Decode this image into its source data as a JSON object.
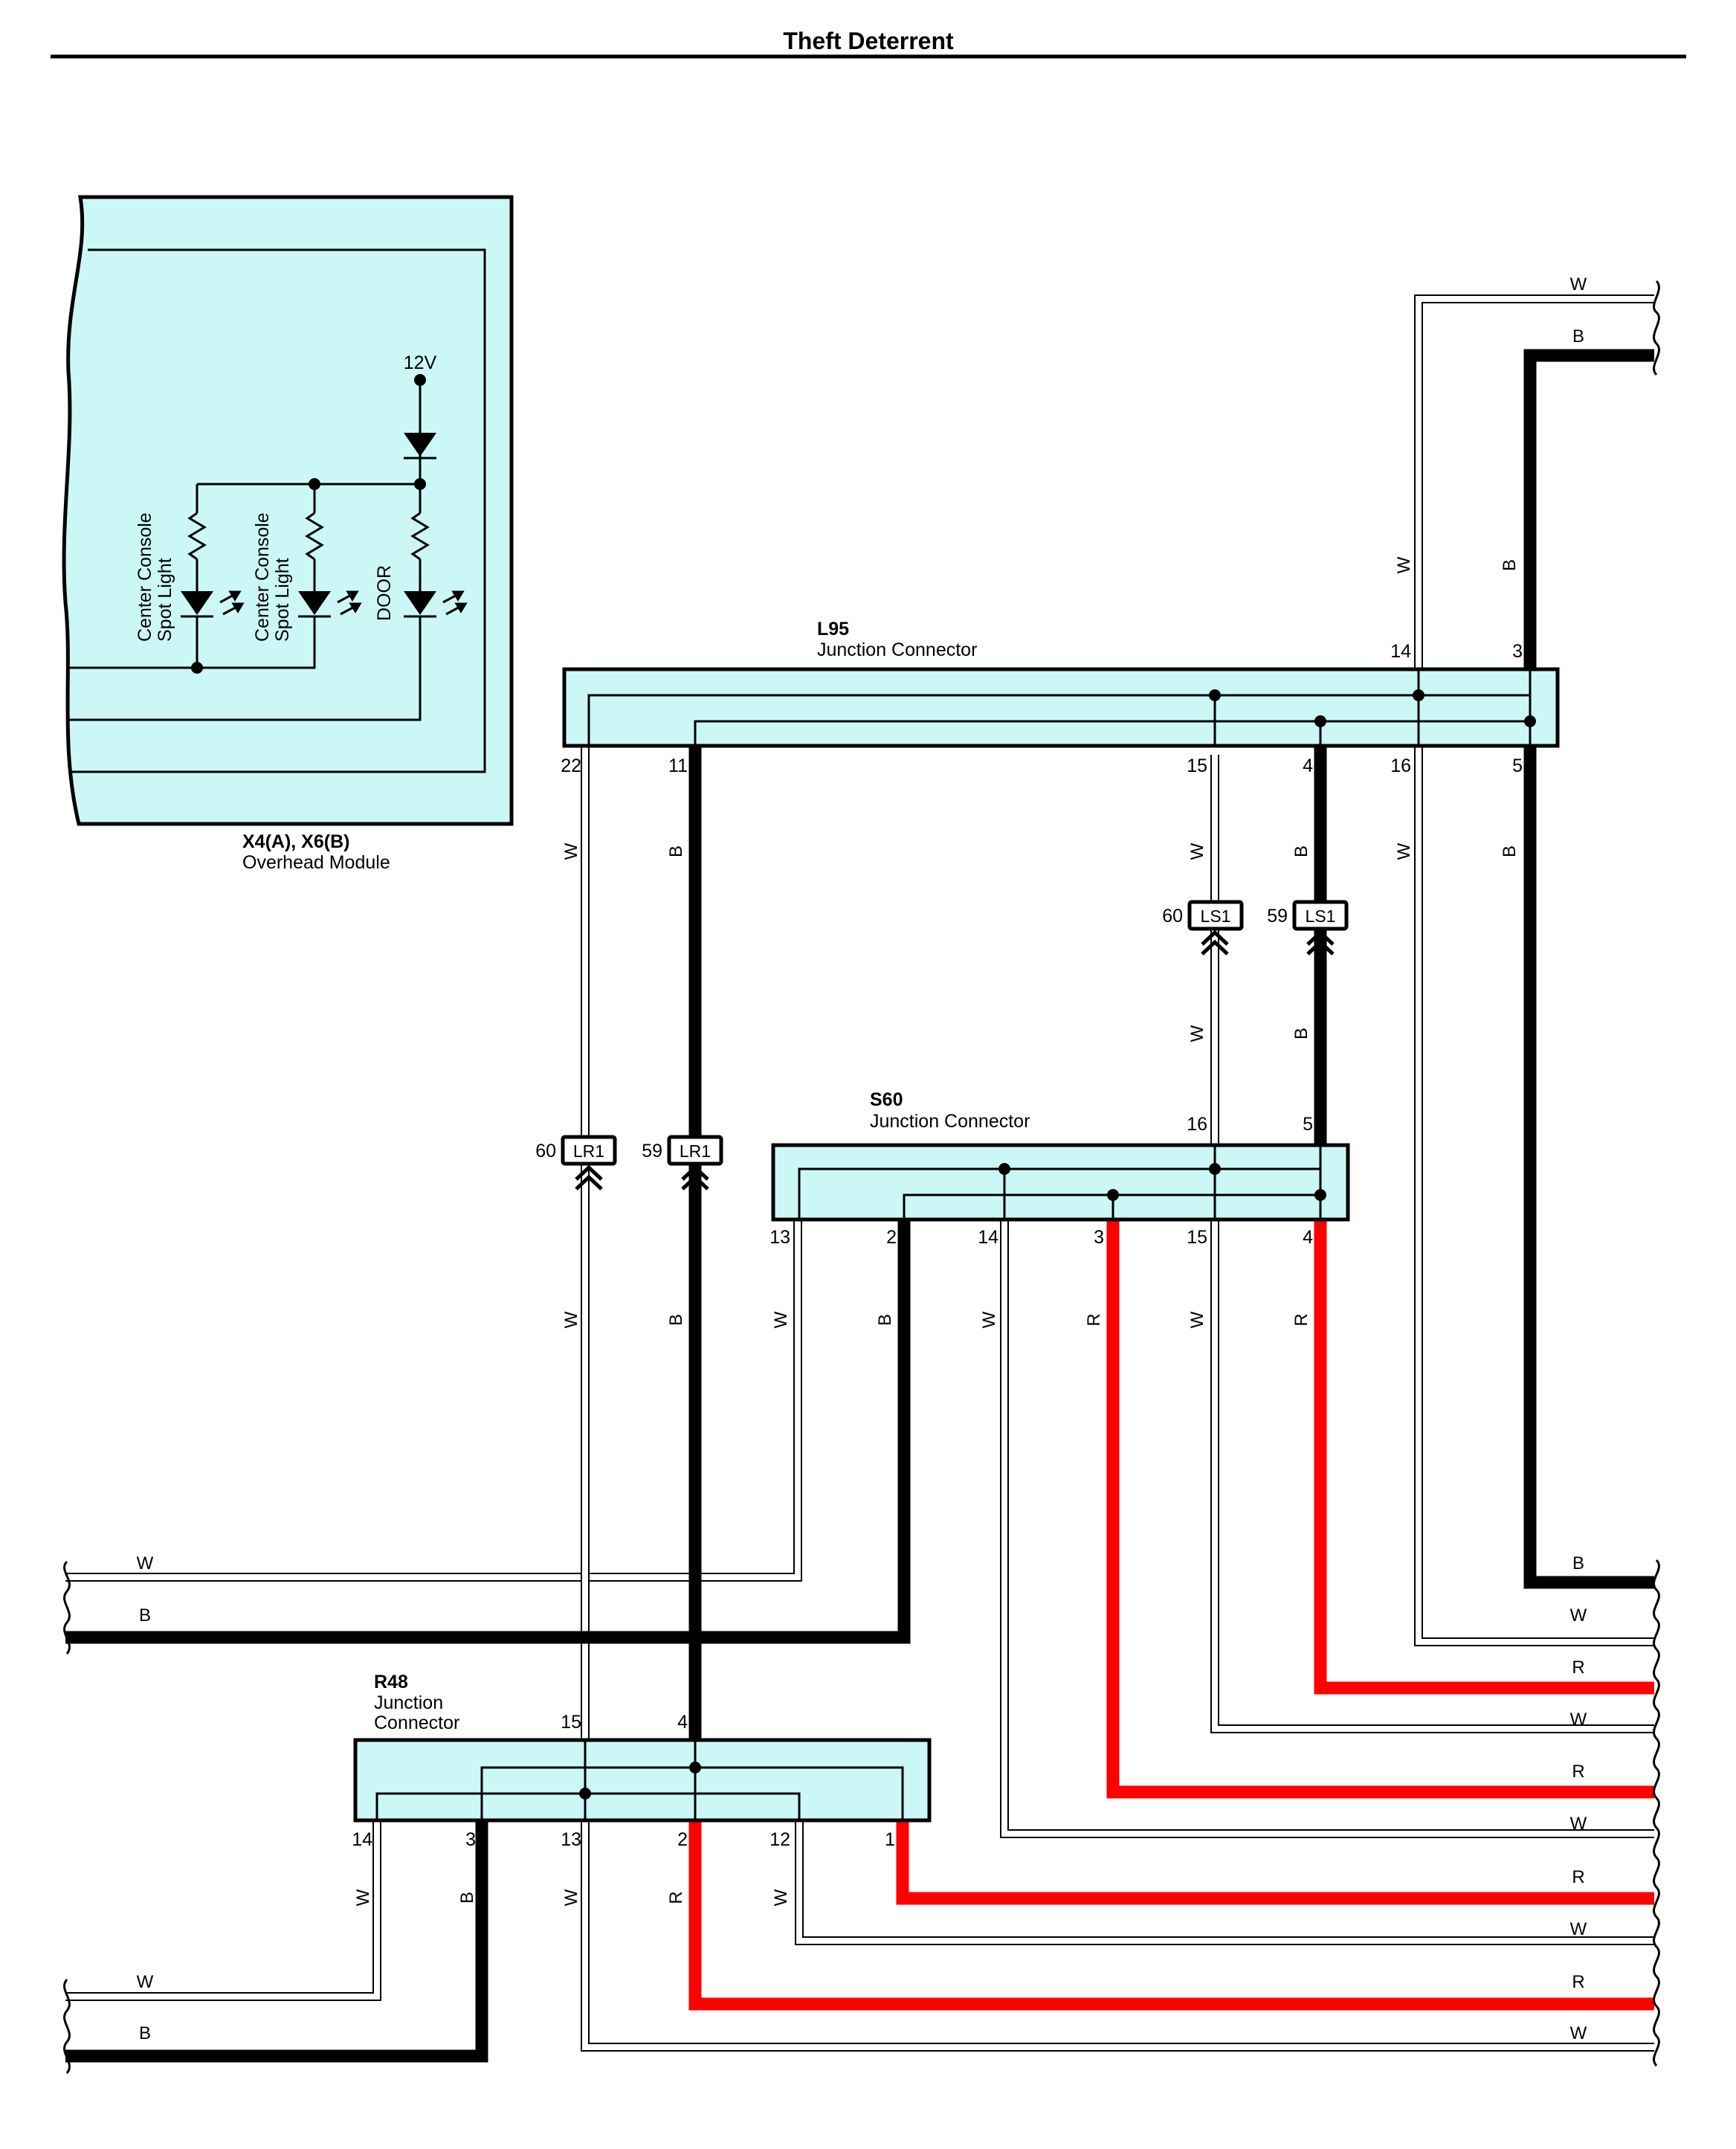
{
  "title": "Theft Deterrent",
  "voltage": "12V",
  "colors": {
    "connector_fill": "#ccf7f7",
    "red_wire": "#ff0000",
    "black_wire": "#000000",
    "white_wire_outline": "#000000"
  },
  "overhead_module": {
    "name": "X4(A), X6(B)",
    "desc": "Overhead Module",
    "lamps": [
      {
        "label1": "Center Console",
        "label2": "Spot Light"
      },
      {
        "label1": "Center Console",
        "label2": "Spot Light"
      },
      {
        "label1": "DOOR",
        "label2": ""
      }
    ]
  },
  "connectors": {
    "l95": {
      "name": "L95",
      "desc": "Junction Connector",
      "pins": [
        "14",
        "3",
        "22",
        "11",
        "15",
        "4",
        "16",
        "5"
      ]
    },
    "s60": {
      "name": "S60",
      "desc": "Junction Connector",
      "pins": [
        "16",
        "5",
        "13",
        "2",
        "14",
        "3",
        "15",
        "4"
      ]
    },
    "r48": {
      "name": "R48",
      "desc1": "Junction",
      "desc2": "Connector",
      "pins": [
        "15",
        "4",
        "14",
        "3",
        "13",
        "2",
        "12",
        "1"
      ]
    }
  },
  "inline_connectors": [
    {
      "num": "60",
      "tag": "LS1"
    },
    {
      "num": "59",
      "tag": "LS1"
    },
    {
      "num": "60",
      "tag": "LR1"
    },
    {
      "num": "59",
      "tag": "LR1"
    }
  ],
  "wire_colors": {
    "white": "W",
    "black": "B",
    "red": "R"
  }
}
